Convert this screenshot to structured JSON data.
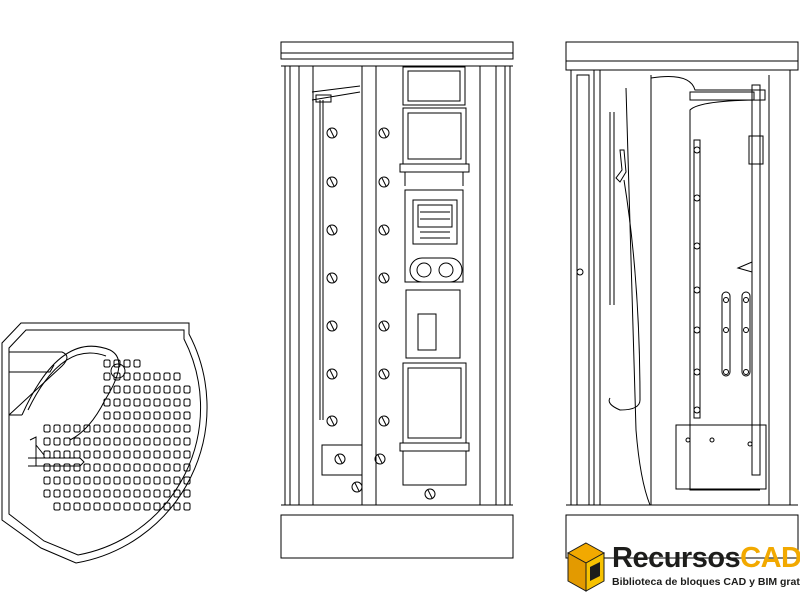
{
  "logo": {
    "brand_part1": "Recursos",
    "brand_part2": "CAD",
    "tagline": "Biblioteca de bloques CAD y BIM gratuita",
    "accent_color": "#f2a900",
    "dark_color": "#1d1d1b",
    "icon": "cube-icon"
  },
  "drawing": {
    "line_color": "#000000",
    "background": "#ffffff",
    "views": [
      "plan-view",
      "front-elevation",
      "side-elevation"
    ]
  }
}
